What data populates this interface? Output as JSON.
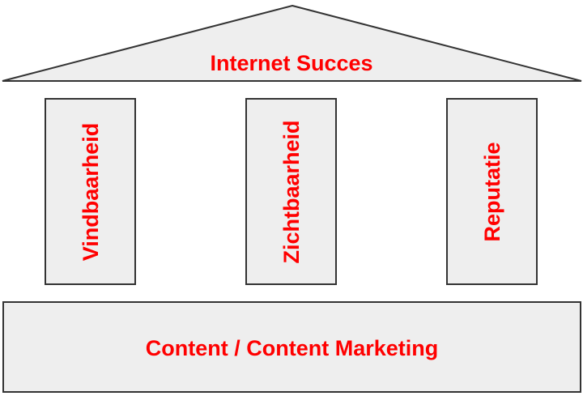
{
  "roof": {
    "label": "Internet Succes"
  },
  "pillars": [
    {
      "label": "Vindbaarheid"
    },
    {
      "label": "Zichtbaarheid"
    },
    {
      "label": "Reputatie"
    }
  ],
  "base": {
    "label": "Content / Content Marketing"
  },
  "colors": {
    "text": "#ff0000",
    "fill": "#eeeeee",
    "stroke": "#333333"
  }
}
